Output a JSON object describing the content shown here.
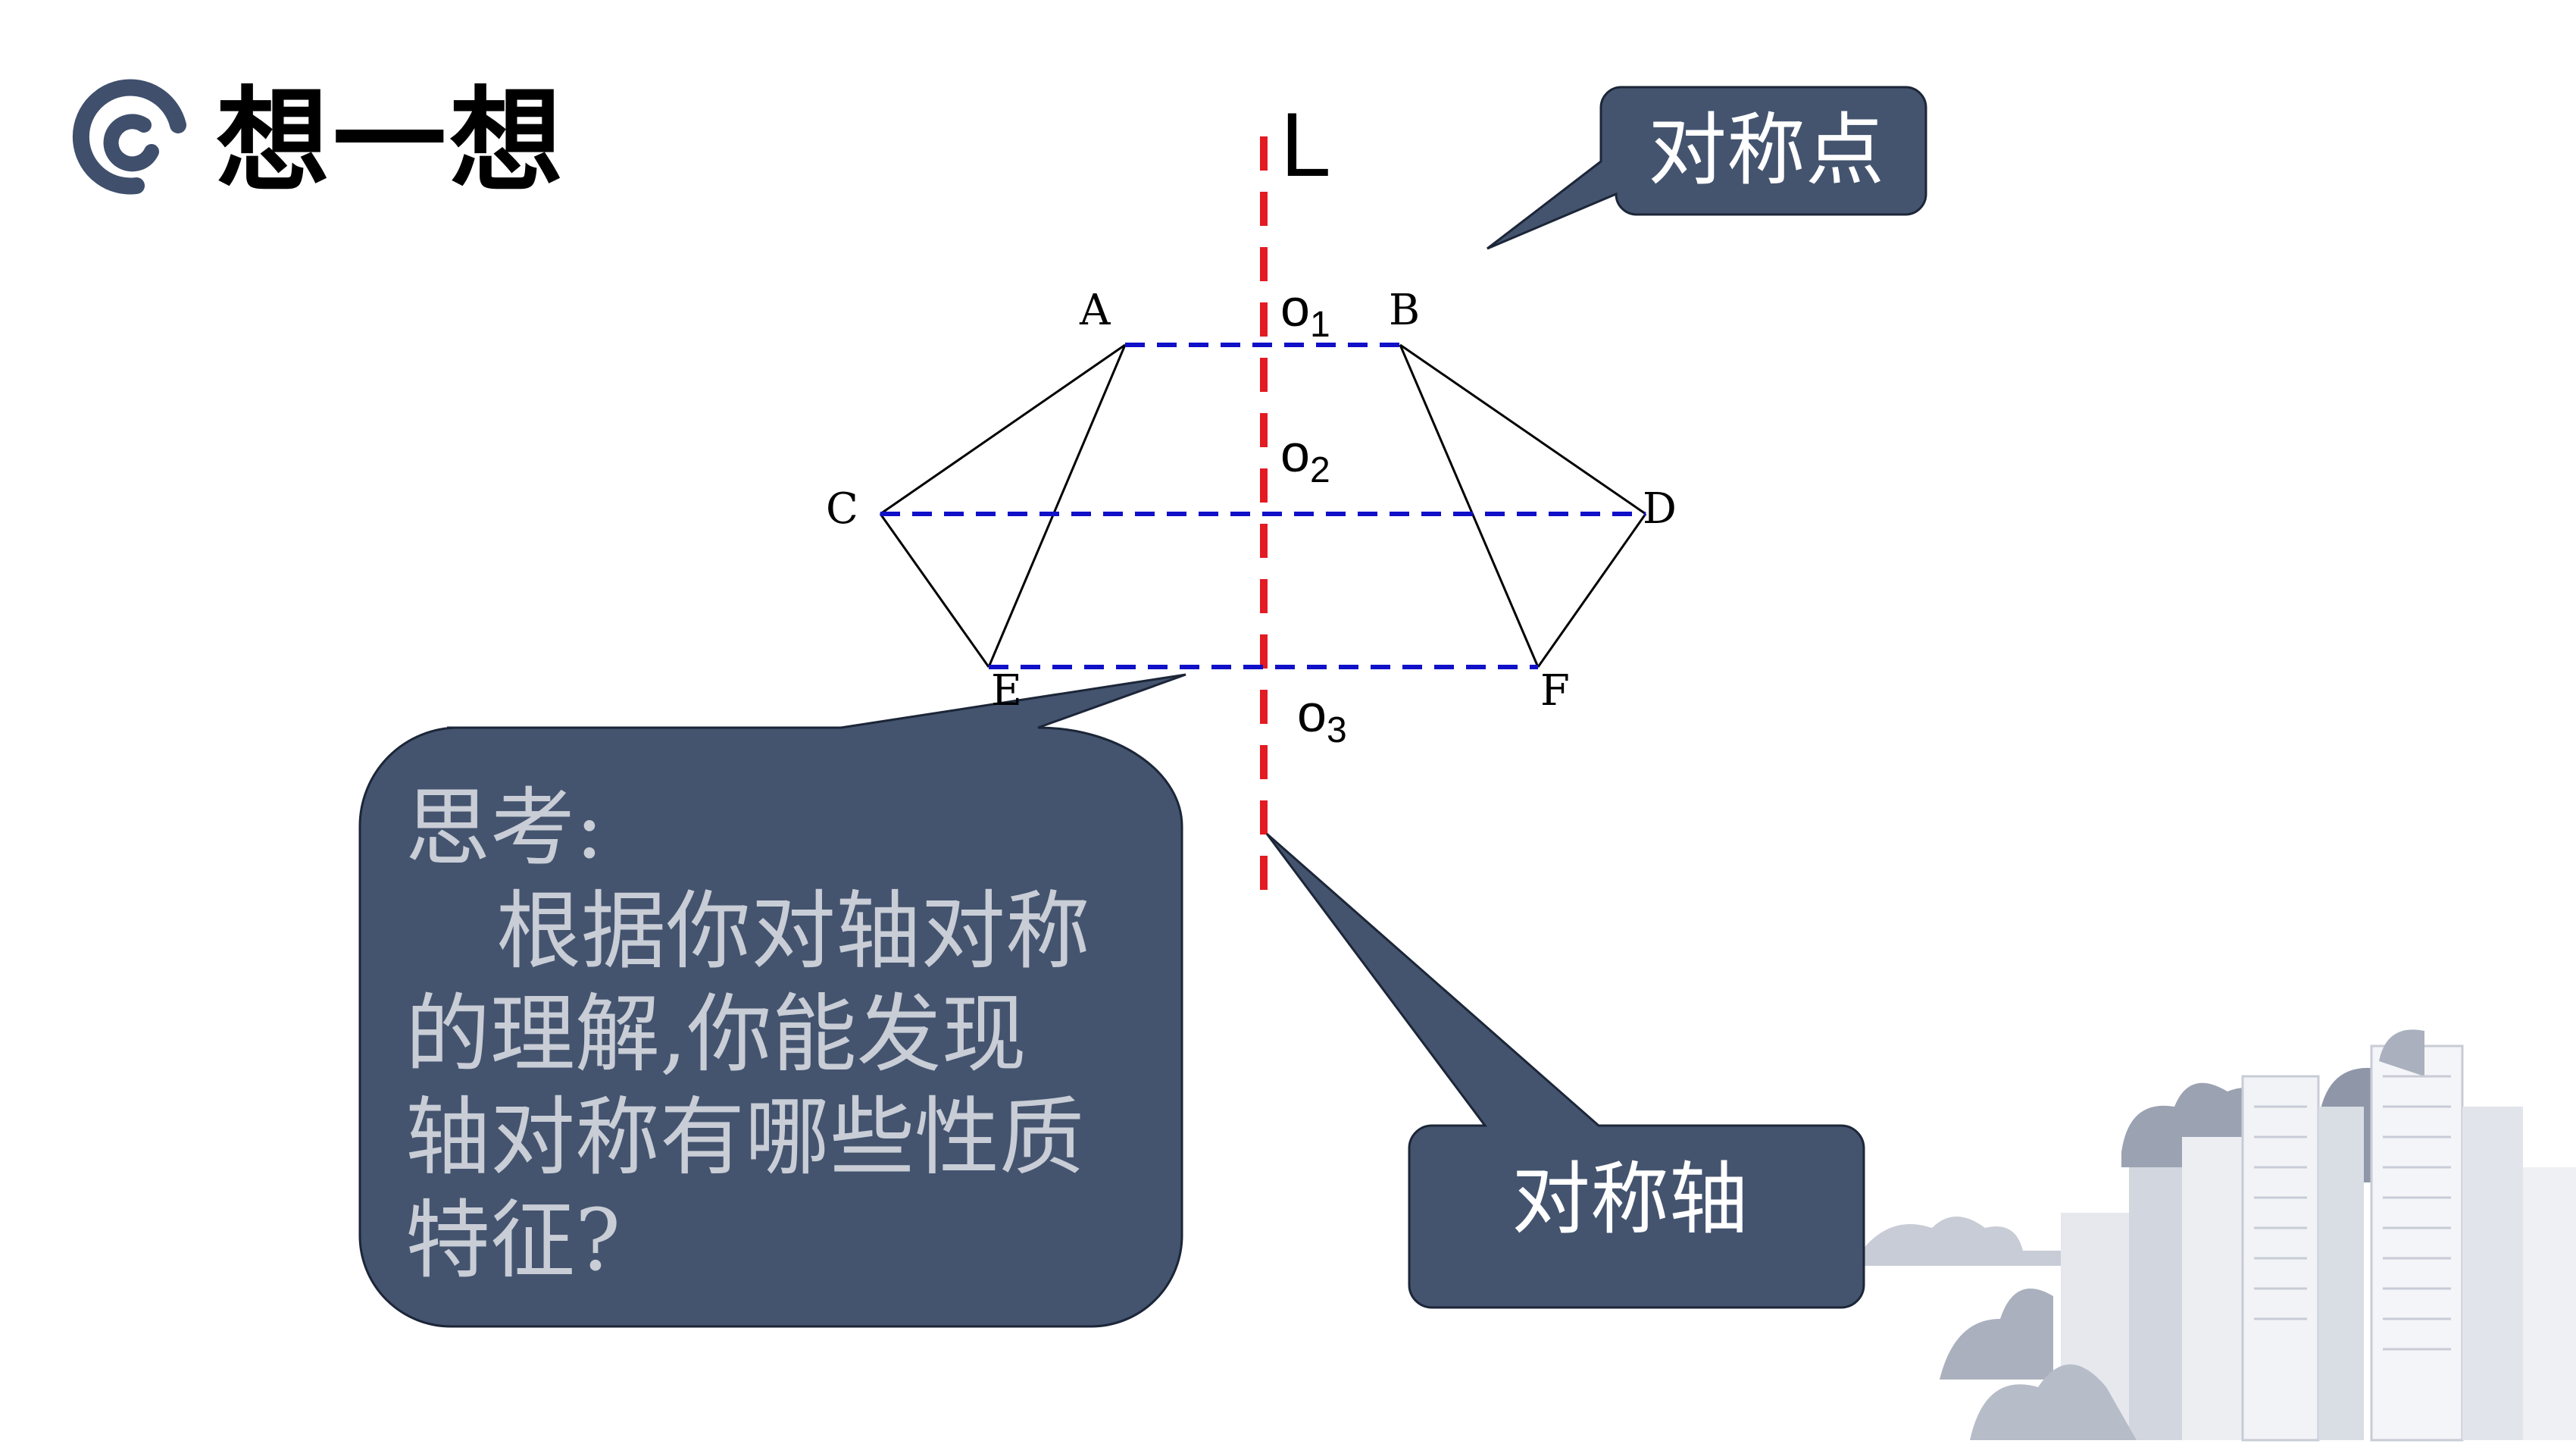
{
  "title": "想一想",
  "axis_label": "L",
  "points": {
    "A": "A",
    "B": "B",
    "C": "C",
    "D": "D",
    "E": "E",
    "F": "F"
  },
  "midpoints": [
    {
      "base": "o",
      "sub": "1"
    },
    {
      "base": "o",
      "sub": "2"
    },
    {
      "base": "o",
      "sub": "3"
    }
  ],
  "callouts": {
    "symmetric_point": "对称点",
    "symmetry_axis": "对称轴",
    "think": {
      "heading": "思考:",
      "lines": [
        "根据你对轴对称",
        "的理解,你能发现",
        "轴对称有哪些性质",
        "特征?"
      ]
    }
  },
  "colors": {
    "axis": "#e31b23",
    "dashed_segments": "#1010c8",
    "callout_fill": "#44546f",
    "think_text": "#c9cdd6"
  }
}
